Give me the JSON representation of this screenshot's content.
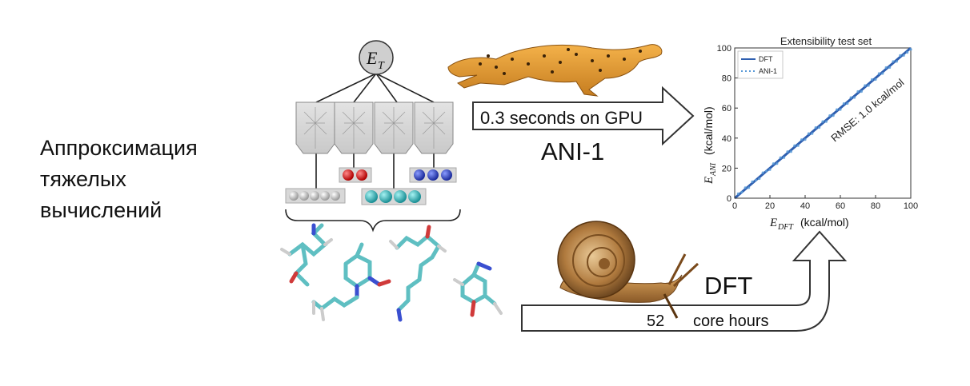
{
  "slide": {
    "left_text": [
      "Аппроксимация",
      "тяжелых",
      "вычислений"
    ]
  },
  "network": {
    "output_label_base": "E",
    "output_label_sub": "T"
  },
  "fast_path": {
    "arrow_label": "0.3 seconds on GPU",
    "method": "ANI-1",
    "animal_icon": "cheetah-icon"
  },
  "slow_path": {
    "method": "DFT",
    "time_number": "52",
    "time_unit": "core hours",
    "animal_icon": "snail-icon"
  },
  "chart_data": {
    "type": "scatter",
    "title": "Extensibility test set",
    "xlabel_base": "E",
    "xlabel_sub": "DFT",
    "xlabel_unit": "(kcal/mol)",
    "ylabel_base": "E",
    "ylabel_sub": "ANI",
    "ylabel_unit": "(kcal/mol)",
    "xlim": [
      0,
      100
    ],
    "ylim": [
      0,
      100
    ],
    "xticks": [
      "0",
      "20",
      "40",
      "60",
      "80",
      "100"
    ],
    "yticks": [
      "0",
      "20",
      "40",
      "60",
      "80",
      "100"
    ],
    "legend": [
      "DFT",
      "ANI-1"
    ],
    "legend_position": "top-left",
    "annotation": "RMSE: 1.0 kcal/mol",
    "series": [
      {
        "name": "DFT",
        "kind": "line",
        "x": [
          0,
          100
        ],
        "y": [
          0,
          100
        ],
        "color": "#2f5fb0"
      },
      {
        "name": "ANI-1",
        "kind": "points",
        "color": "#5b9bd8",
        "x": [
          2,
          4,
          6,
          8,
          10,
          12,
          14,
          16,
          18,
          20,
          22,
          24,
          26,
          28,
          30,
          32,
          34,
          36,
          38,
          40,
          42,
          44,
          46,
          48,
          50,
          52,
          54,
          56,
          58,
          60,
          62,
          64,
          66,
          68,
          70,
          72,
          74,
          76,
          78,
          80,
          82,
          84,
          86,
          88,
          90,
          92,
          94,
          96,
          98,
          100
        ],
        "y": [
          3,
          4,
          7,
          7,
          11,
          12,
          13,
          17,
          18,
          19,
          23,
          23,
          27,
          27,
          31,
          31,
          35,
          35,
          39,
          39,
          43,
          43,
          47,
          47,
          51,
          51,
          55,
          55,
          59,
          59,
          63,
          63,
          67,
          67,
          71,
          71,
          75,
          75,
          79,
          79,
          83,
          83,
          87,
          87,
          91,
          91,
          95,
          95,
          97,
          99
        ]
      }
    ]
  }
}
